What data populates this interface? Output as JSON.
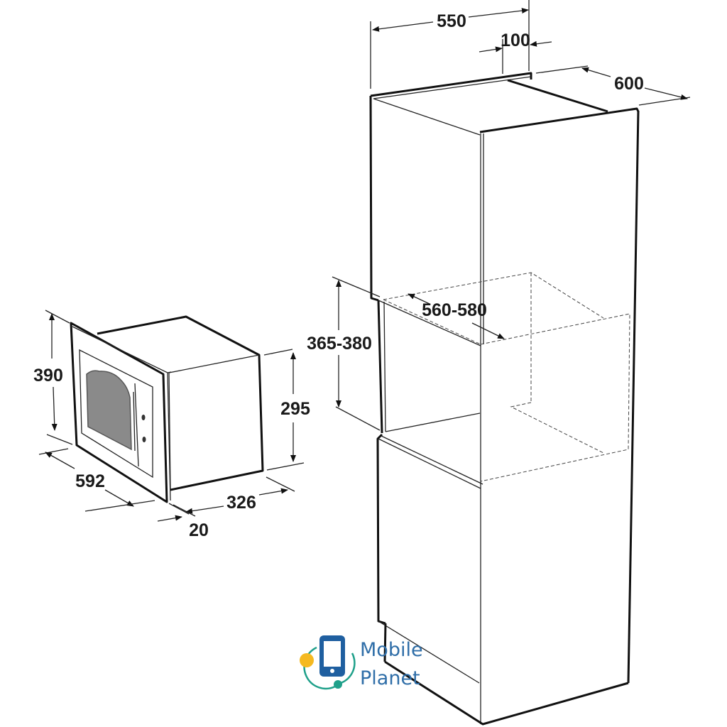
{
  "dimensions": {
    "cabinet_width": "550",
    "back_gap": "100",
    "cabinet_depth": "600",
    "niche_height": "365-380",
    "niche_depth": "560-580",
    "frame_height": "390",
    "frame_width": "592",
    "body_height": "295",
    "body_depth": "326",
    "frame_depth": "20"
  },
  "logo": {
    "line1": "Mobile",
    "line2": "Planet",
    "icon": "smartphone-orbit-icon"
  },
  "colors": {
    "line": "#111111",
    "logo_text": "#2f6ea8",
    "logo_phone": "#1f5fa0",
    "logo_yellow": "#f5b921",
    "logo_teal": "#1fa08a",
    "window_fill": "#8a8a8a"
  }
}
